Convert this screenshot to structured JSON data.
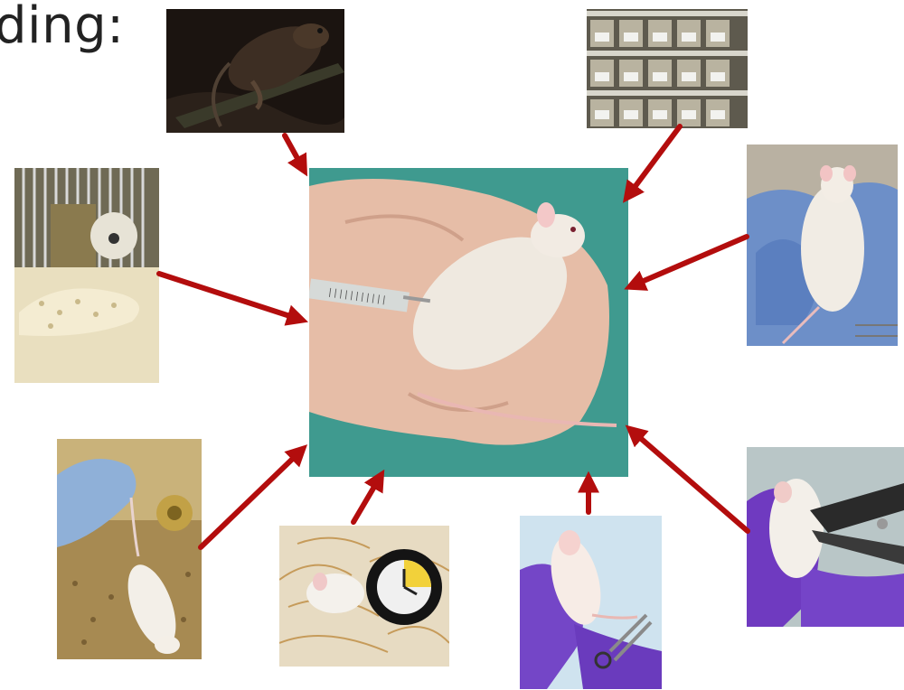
{
  "slide": {
    "title": "ding:",
    "arrow_color": "#b30d0d"
  },
  "photos": {
    "center": {
      "subject": "mouse held in gloved hand receiving injection"
    },
    "top_left": {
      "subject": "mouse climbing in dark"
    },
    "top_right": {
      "subject": "racks of labelled mouse cages"
    },
    "left": {
      "subject": "mouse cage with food hopper and bedding"
    },
    "right": {
      "subject": "mouse held in blue-gloved hand"
    },
    "bottom_left": {
      "subject": "mouse lifted by tail over cage"
    },
    "bottom_center": {
      "subject": "mouse in nesting material with alarm clock"
    },
    "bottom_right_mid": {
      "subject": "mouse tail clipped with scissors"
    },
    "bottom_right": {
      "subject": "mouse ear tagged with pliers"
    }
  }
}
